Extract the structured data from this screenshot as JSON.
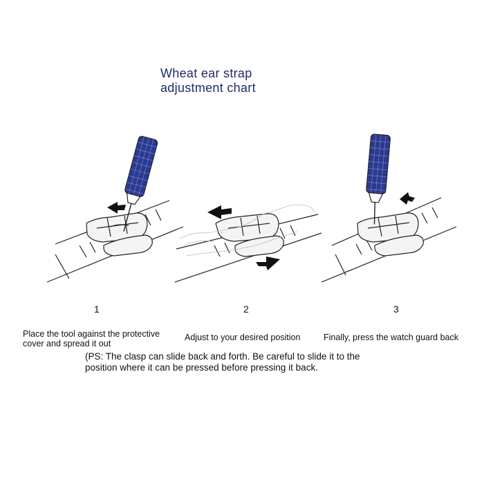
{
  "title": {
    "line1": "Wheat ear strap",
    "line2": "adjustment chart"
  },
  "steps": [
    {
      "number": "1",
      "caption_line1": "Place the tool against the protective",
      "caption_line2": "cover and spread it out"
    },
    {
      "number": "2",
      "caption_line1": "Adjust to your desired position",
      "caption_line2": ""
    },
    {
      "number": "3",
      "caption_line1": "Finally, press the watch guard back",
      "caption_line2": ""
    }
  ],
  "note": {
    "line1": "(PS: The clasp can slide back and forth. Be careful to slide it to the",
    "line2": "position where it can be pressed before pressing it back."
  },
  "colors": {
    "title": "#1f2a6b",
    "tool_blue": "#2b3a8f",
    "line": "#222222"
  }
}
